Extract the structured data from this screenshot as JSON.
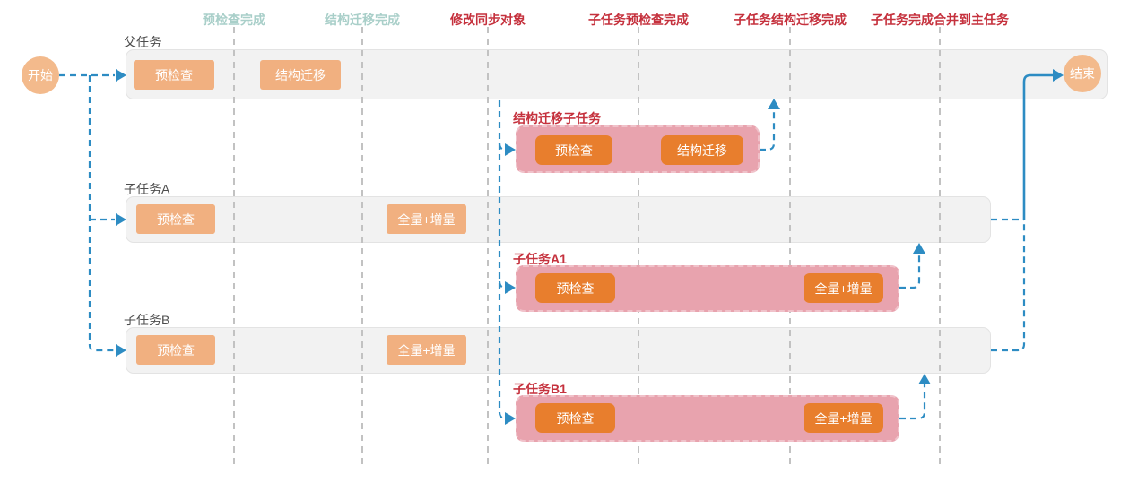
{
  "colors": {
    "light_orange": "#F1B080",
    "dark_orange": "#E87E2D",
    "circle_orange": "#F3BA8C",
    "pink_fill": "#E8A3AE",
    "pink_border": "#F0C2CA",
    "row_fill": "#F2F2F2",
    "row_border": "#E3E3E3",
    "gridline": "#C2C2C2",
    "arrow_blue": "#2D8CC3",
    "teal": "#A9CFC9",
    "red": "#C5313D",
    "label_dark": "#4D4D4D"
  },
  "start_node": {
    "label": "开始"
  },
  "end_node": {
    "label": "结束"
  },
  "milestones": [
    {
      "label": "预检查完成",
      "color": "#A9CFC9"
    },
    {
      "label": "结构迁移完成",
      "color": "#A9CFC9"
    },
    {
      "label": "修改同步对象",
      "color": "#C5313D"
    },
    {
      "label": "子任务预检查完成",
      "color": "#C5313D"
    },
    {
      "label": "子任务结构迁移完成",
      "color": "#C5313D"
    },
    {
      "label": "子任务完成合并到主任务",
      "color": "#C5313D"
    }
  ],
  "lanes": [
    {
      "label": "父任务",
      "steps": [
        {
          "label": "预检查"
        },
        {
          "label": "结构迁移"
        }
      ]
    },
    {
      "label": "子任务A",
      "steps": [
        {
          "label": "预检查"
        },
        {
          "label": "全量+增量"
        }
      ]
    },
    {
      "label": "子任务B",
      "steps": [
        {
          "label": "预检查"
        },
        {
          "label": "全量+增量"
        }
      ]
    }
  ],
  "subtasks": [
    {
      "label": "结构迁移子任务",
      "steps": [
        {
          "label": "预检查"
        },
        {
          "label": "结构迁移"
        }
      ]
    },
    {
      "label": "子任务A1",
      "steps": [
        {
          "label": "预检查"
        },
        {
          "label": "全量+增量"
        }
      ]
    },
    {
      "label": "子任务B1",
      "steps": [
        {
          "label": "预检查"
        },
        {
          "label": "全量+增量"
        }
      ]
    }
  ]
}
